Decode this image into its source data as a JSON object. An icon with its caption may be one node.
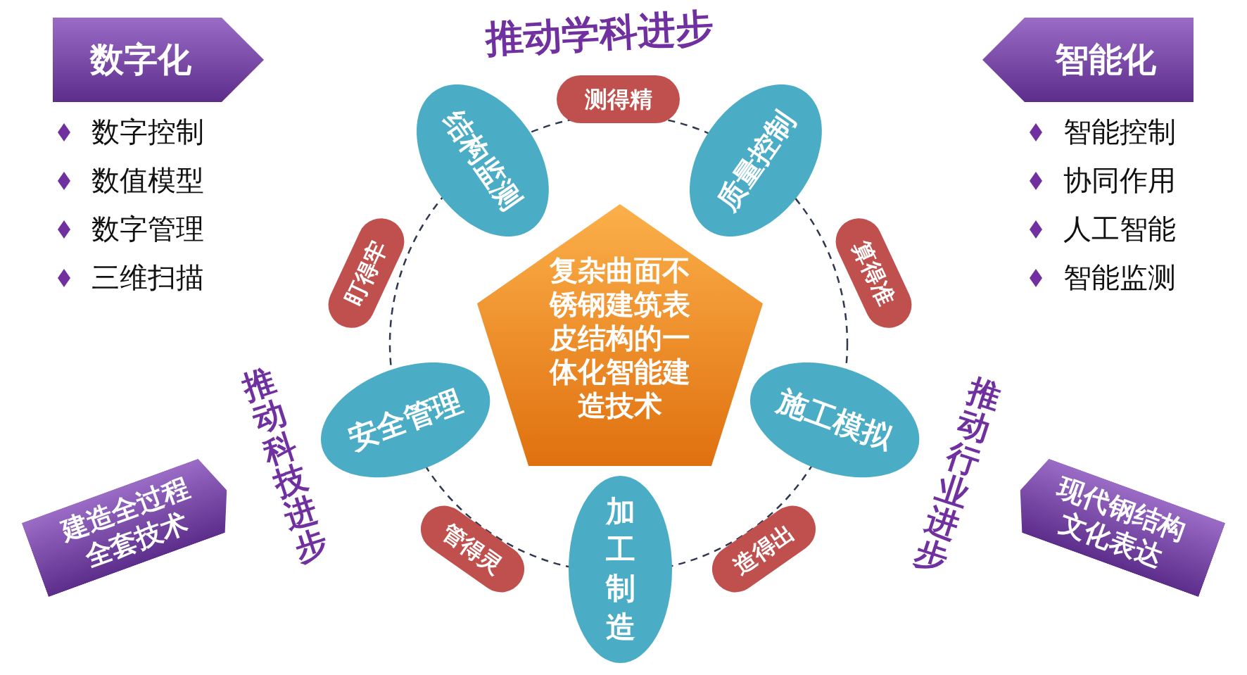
{
  "diagram": {
    "nodes": [
      {
        "text": [
          "数字化"
        ],
        "beside": [
          "数字控制",
          "数值模型",
          "数字管理",
          "三维扫描"
        ]
      },
      {
        "text": [
          "智能化"
        ],
        "beside": [
          "智能控制",
          "协同作用",
          "人工智能",
          "智能监测"
        ]
      },
      {
        "text": [
          "测得精"
        ]
      },
      {
        "text": [
          "结构监测"
        ]
      },
      {
        "text": [
          "质量控制"
        ]
      },
      {
        "text": [
          "盯得牢"
        ]
      },
      {
        "text": [
          "算得准"
        ]
      },
      {
        "text": [
          "复杂曲面不锈钢建筑表皮结构的一体化智能建造技术"
        ]
      },
      {
        "text": [
          "安全管理"
        ]
      },
      {
        "text": [
          "施工模拟"
        ]
      },
      {
        "text": [
          "建造全过程全套技术"
        ]
      },
      {
        "text": [
          "管得灵"
        ]
      },
      {
        "text": [
          "加工制造"
        ]
      },
      {
        "text": [
          "造得出"
        ]
      },
      {
        "text": [
          "现代钢结构文化表达"
        ]
      }
    ],
    "labels": [
      "推动学科进步",
      "推动科技进步",
      "推动行业进步"
    ]
  }
}
